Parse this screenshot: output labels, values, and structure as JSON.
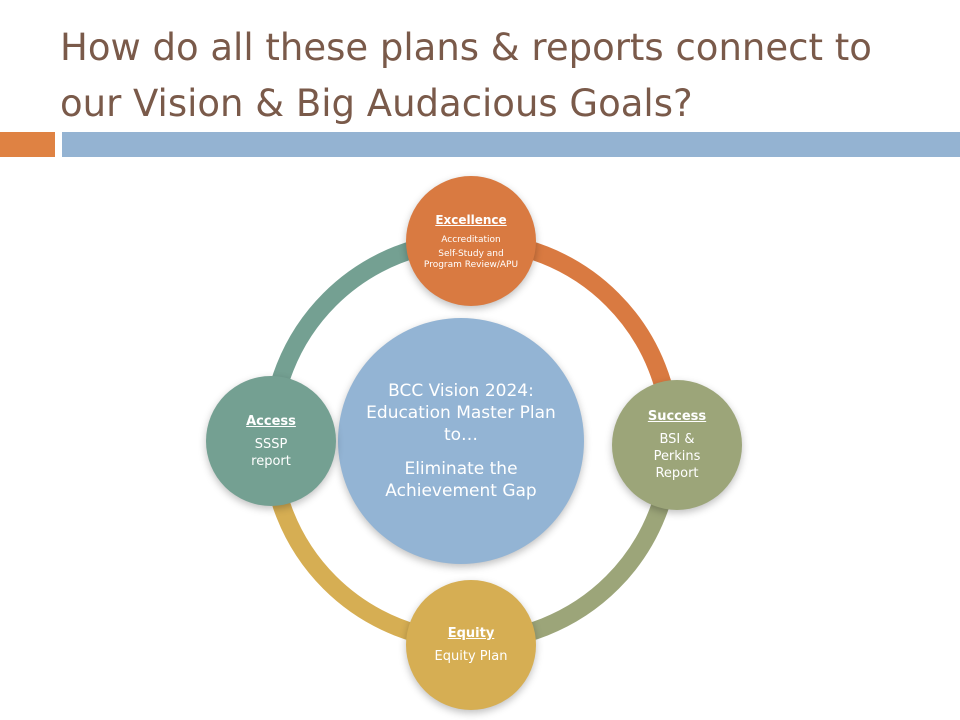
{
  "title": "How do all these plans & reports connect to our Vision & Big Audacious Goals?",
  "colors": {
    "title": "#7a5a4a",
    "accent_orange": "#df8243",
    "accent_blue": "#94b3d2",
    "center": "#93b4d4",
    "excellence": "#d97a41",
    "success": "#9ca579",
    "equity": "#d6ae53",
    "access": "#74a092"
  },
  "center": {
    "line1": "BCC Vision 2024: Education Master Plan to…",
    "line2": "Eliminate the Achievement Gap"
  },
  "nodes": {
    "excellence": {
      "title": "Excellence",
      "line1": "Accreditation",
      "line2": "Self-Study and Program Review/APU"
    },
    "success": {
      "title": "Success",
      "body": "BSI & Perkins Report"
    },
    "equity": {
      "title": "Equity",
      "body": "Equity Plan"
    },
    "access": {
      "title": "Access",
      "body": "SSSP report"
    }
  }
}
